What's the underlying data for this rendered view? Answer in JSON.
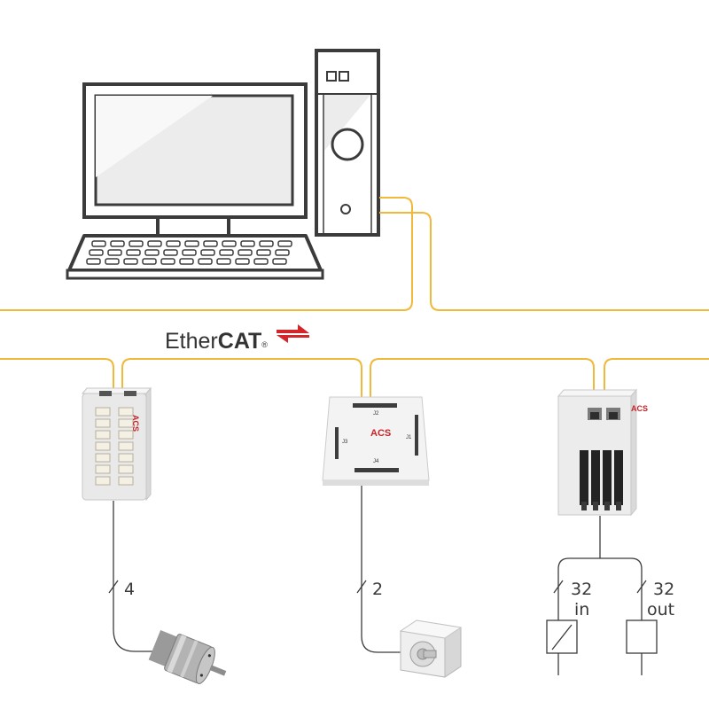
{
  "bus": {
    "logo_text_regular": "Ether",
    "logo_text_bold": "CAT",
    "logo_mark": "®",
    "cable_color": "#f0b93a",
    "arrow_color": "#d3262b"
  },
  "devices": {
    "drive_left": {
      "brand": "ACS"
    },
    "drive_middle": {
      "brand": "ACS",
      "connectors": [
        "J2",
        "J3",
        "J1",
        "J4"
      ]
    },
    "io_module": {
      "brand": "ACS"
    }
  },
  "channels": {
    "motor_axes": {
      "count": "4"
    },
    "stepper_axes": {
      "count": "2"
    },
    "inputs": {
      "count": "32",
      "label": "in"
    },
    "outputs": {
      "count": "32",
      "label": "out"
    }
  },
  "colors": {
    "line": "#3b3b3b",
    "accent": "#f0b93a",
    "arrow": "#d3262b"
  }
}
